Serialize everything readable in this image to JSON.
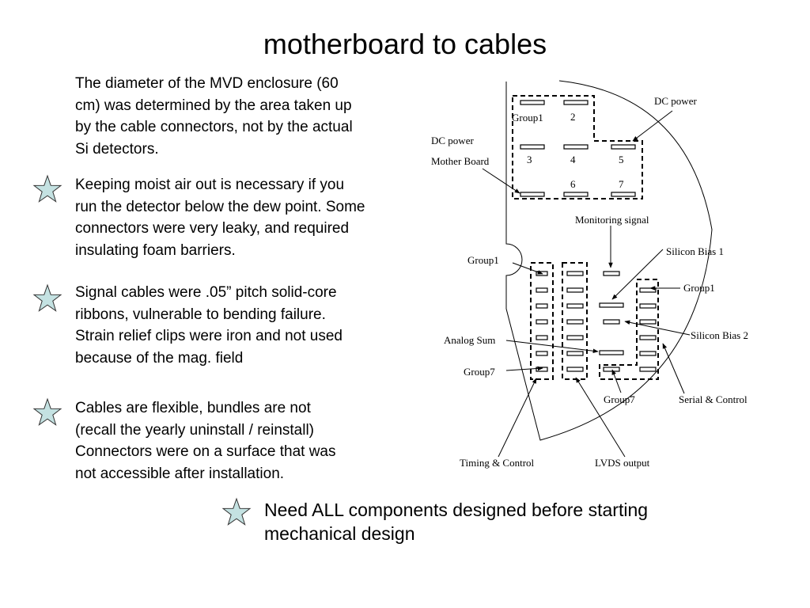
{
  "title": "motherboard to cables",
  "paragraphs": [
    [
      "The diameter of the MVD enclosure (60",
      "cm) was determined by the area taken up",
      "by the cable connectors, not by the actual",
      "Si detectors."
    ],
    [
      "Keeping moist air out is necessary if you",
      "run the detector below the dew point. Some",
      "connectors were very leaky, and required",
      "insulating foam barriers."
    ],
    [
      "Signal cables were .05” pitch solid-core",
      "ribbons, vulnerable to bending failure.",
      "Strain relief clips were iron and not used",
      "because of the mag. field"
    ],
    [
      "Cables are flexible, bundles are not",
      "(recall the yearly uninstall / reinstall)",
      "Connectors were on a surface that was",
      "not accessible after installation."
    ]
  ],
  "conclusion": [
    "Need ALL components designed before starting",
    "mechanical design"
  ],
  "bullet": {
    "icon": "star-icon",
    "color": "#c4e2e2"
  },
  "diagram": {
    "labels": {
      "dc_power_top": "DC power",
      "dc_power_left": "DC power",
      "mother_board": "Mother Board",
      "group1_top": "Group1",
      "n2": "2",
      "n3": "3",
      "n4": "4",
      "n5": "5",
      "n6": "6",
      "n7": "7",
      "monitoring_signal": "Monitoring signal",
      "silicon_bias_1": "Silicon Bias 1",
      "group1_left": "Group1",
      "group1_right": "Group1",
      "analog_sum": "Analog Sum",
      "silicon_bias_2": "Silicon Bias 2",
      "group7_left": "Group7",
      "group7_bottom": "Group7",
      "serial_control": "Serial & Control",
      "timing_control": "Timing & Control",
      "lvds_output": "LVDS output"
    }
  }
}
